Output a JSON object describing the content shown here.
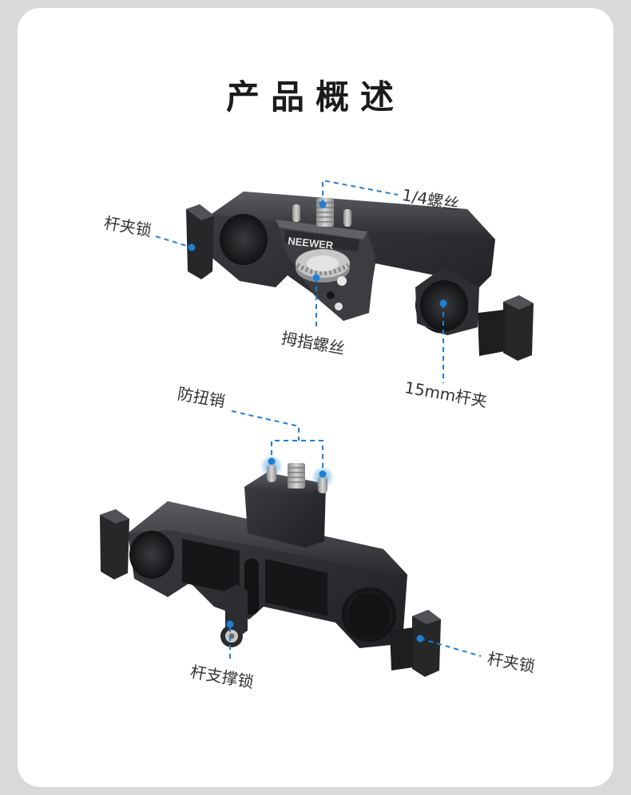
{
  "title": "产品概述",
  "labels": {
    "screw_quarter": "1/4螺丝",
    "rod_lock_top": "杆夹锁",
    "thumb_screw": "拇指螺丝",
    "rod_clamp": "15mm杆夹",
    "anti_twist_pin": "防扭销",
    "rod_lock_bottom": "杆夹锁",
    "rod_support_lock": "杆支撑锁"
  },
  "brand": "NEEWER",
  "colors": {
    "callout": "#1e7fd6",
    "metal_dark": "#2b2c2f",
    "metal_mid": "#45474b",
    "metal_light": "#6c6e72",
    "screw": "#a9a9a9"
  }
}
